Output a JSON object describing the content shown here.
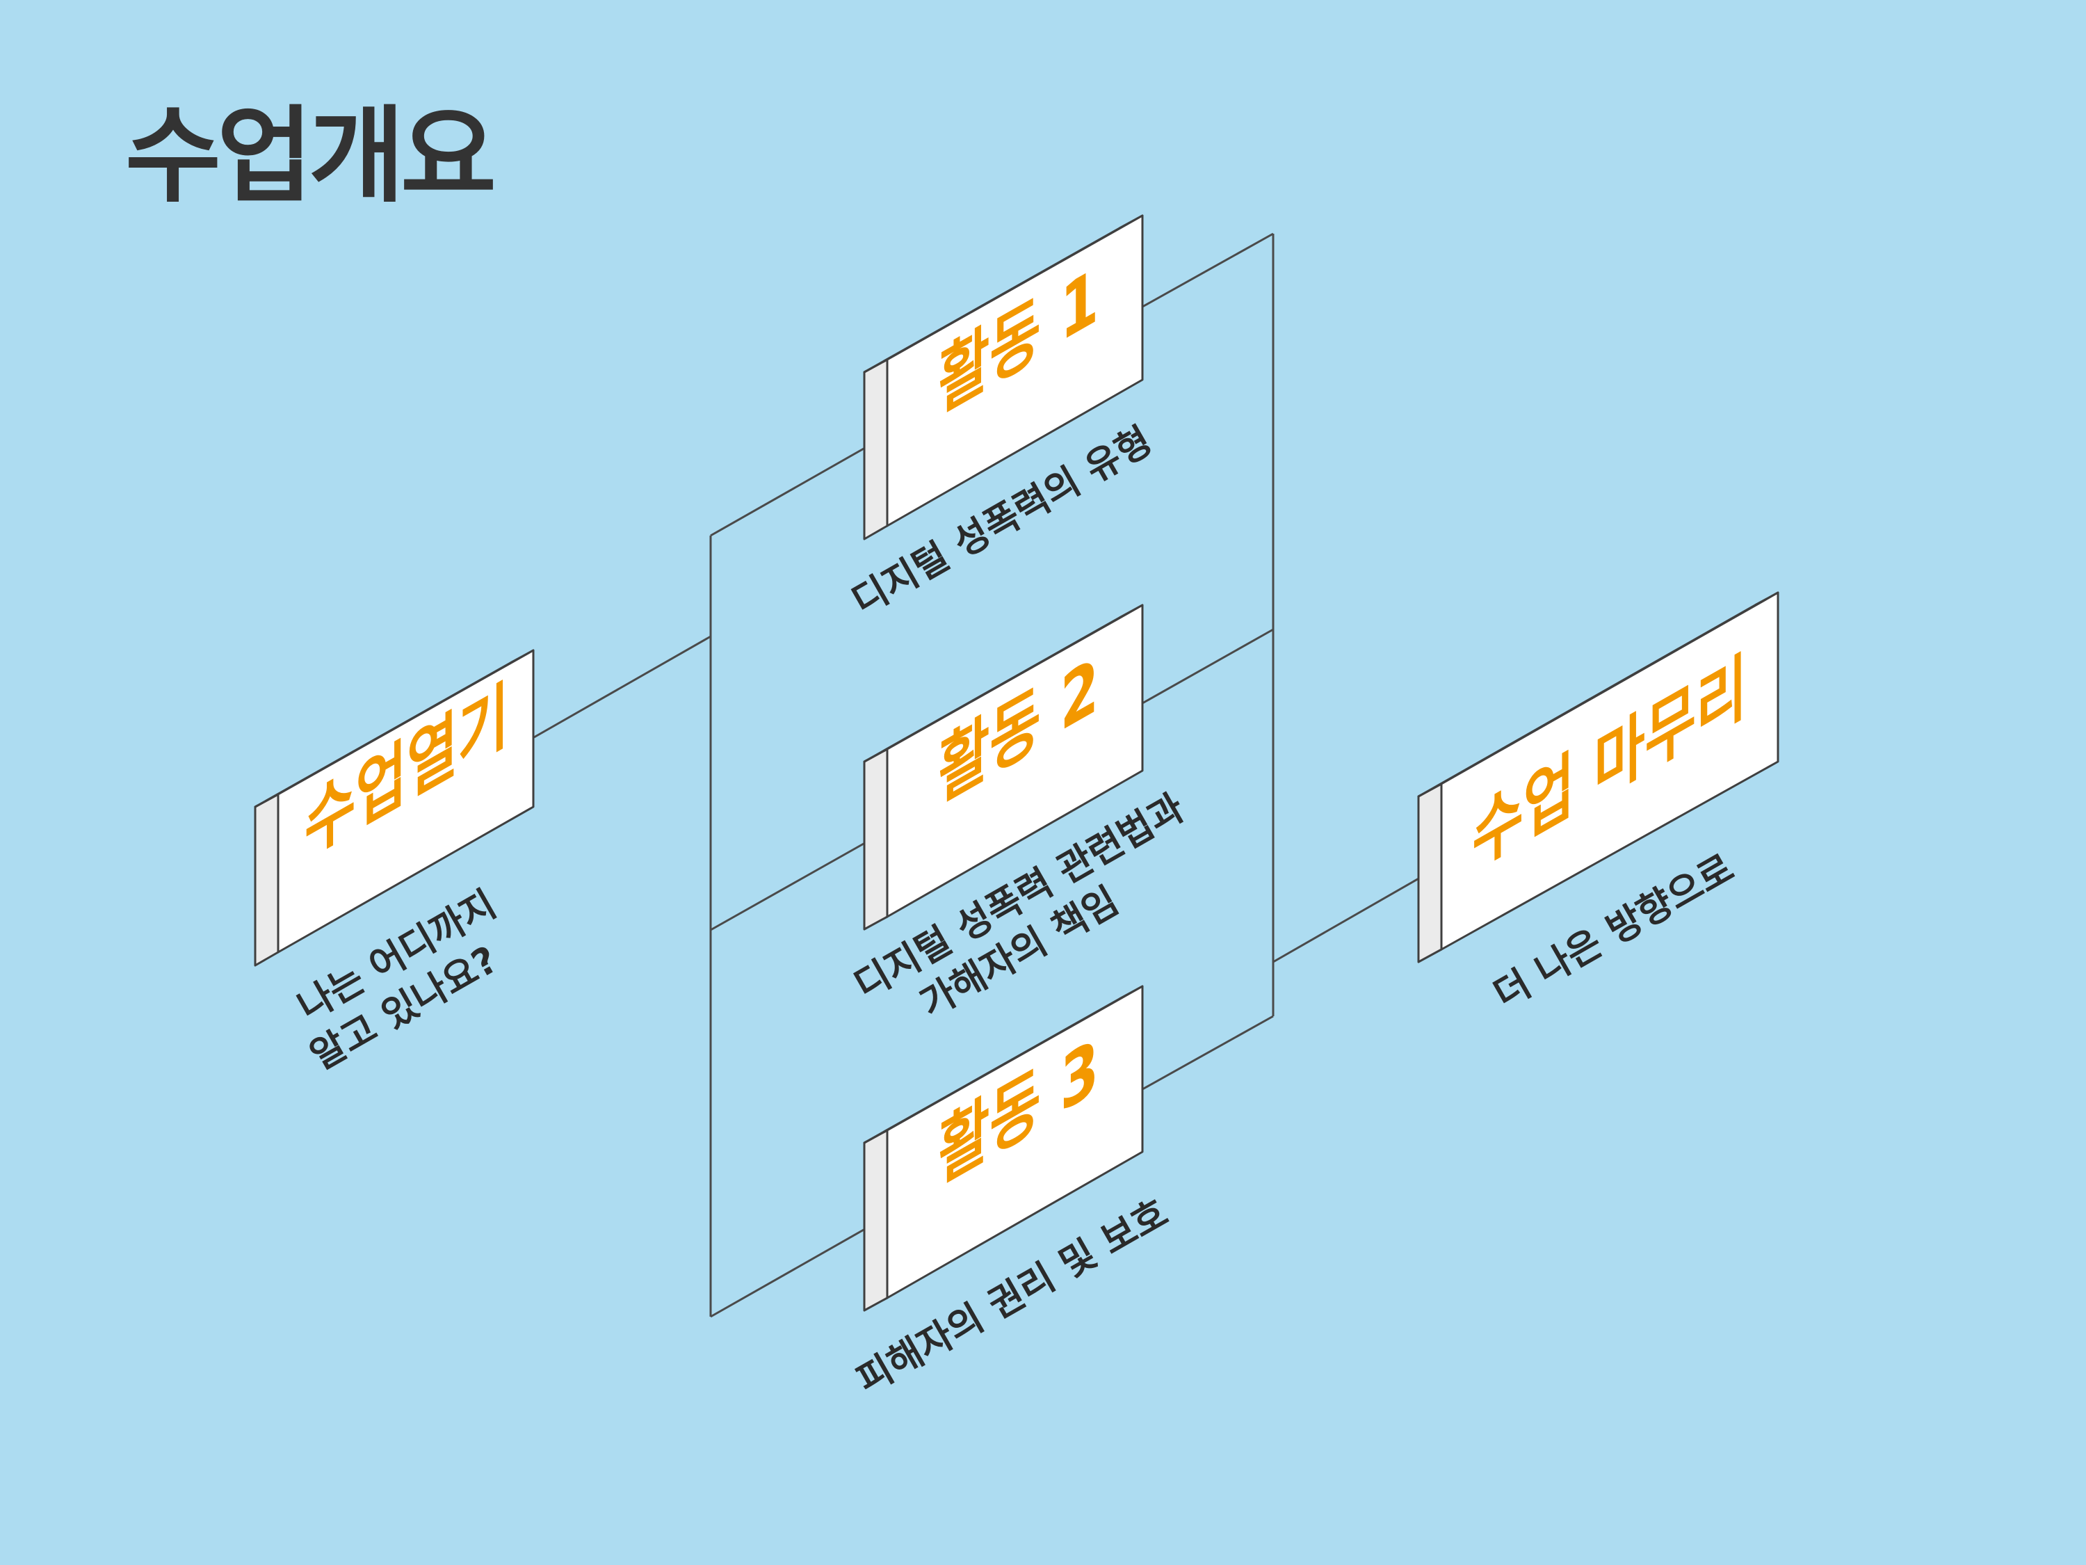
{
  "page": {
    "title": "수업개요"
  },
  "colors": {
    "background": "#ADDCF1",
    "title": "#333333",
    "box_front": "#FFFFFF",
    "box_side": "#EBEBEB",
    "box_top": "#F6F6F6",
    "outline": "#3F3F3F",
    "accent": "#F39800",
    "caption": "#2A2A2A",
    "connector": "#4A4A4A"
  },
  "nodes": {
    "intro": {
      "title": "수업열기",
      "caption_lines": [
        "나는 어디까지",
        "알고 있나요?"
      ]
    },
    "activity1": {
      "title": "활동 1",
      "caption_lines": [
        "디지털 성폭력의 유형"
      ]
    },
    "activity2": {
      "title": "활동 2",
      "caption_lines": [
        "디지털 성폭력 관련법과",
        "가해자의 책임"
      ]
    },
    "activity3": {
      "title": "활동 3",
      "caption_lines": [
        "피해자의 권리 및 보호"
      ]
    },
    "closing": {
      "title": "수업 마무리",
      "caption_lines": [
        "더 나은 방향으로"
      ]
    }
  }
}
